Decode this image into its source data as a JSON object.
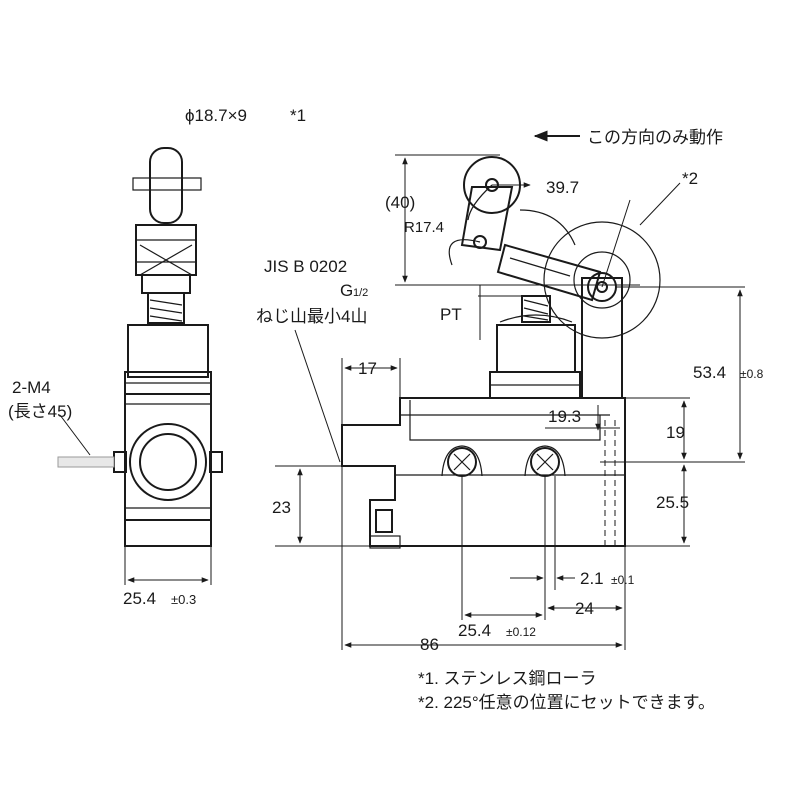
{
  "side_view": {
    "roller_label": "ϕ18.7×9",
    "roller_note": "*1",
    "screw_label": "2-M4",
    "screw_length": "(長さ45)",
    "width_value": "25.4",
    "width_tol": "±0.3"
  },
  "front_view": {
    "direction_label": "この方向のみ動作",
    "star2": "*2",
    "dim_39_7": "39.7",
    "dim_40": "(40)",
    "dim_r17_4": "R17.4",
    "jis_line1": "JIS B 0202",
    "jis_line2": "G",
    "jis_frac": "1/2",
    "jis_line3": "ねじ山最小4山",
    "dim_pt": "PT",
    "dim_17": "17",
    "dim_53_4": "53.4",
    "dim_53_4_tol": "±0.8",
    "dim_19_3": "19.3",
    "dim_19": "19",
    "dim_23": "23",
    "dim_25_5": "25.5",
    "dim_2_1": "2.1",
    "dim_2_1_tol": "±0.1",
    "dim_24": "24",
    "dim_25_4": "25.4",
    "dim_25_4_tol": "±0.12",
    "dim_86": "86"
  },
  "notes": [
    "*1. ステンレス鋼ローラ",
    "*2. 225°任意の位置にセットできます。"
  ]
}
